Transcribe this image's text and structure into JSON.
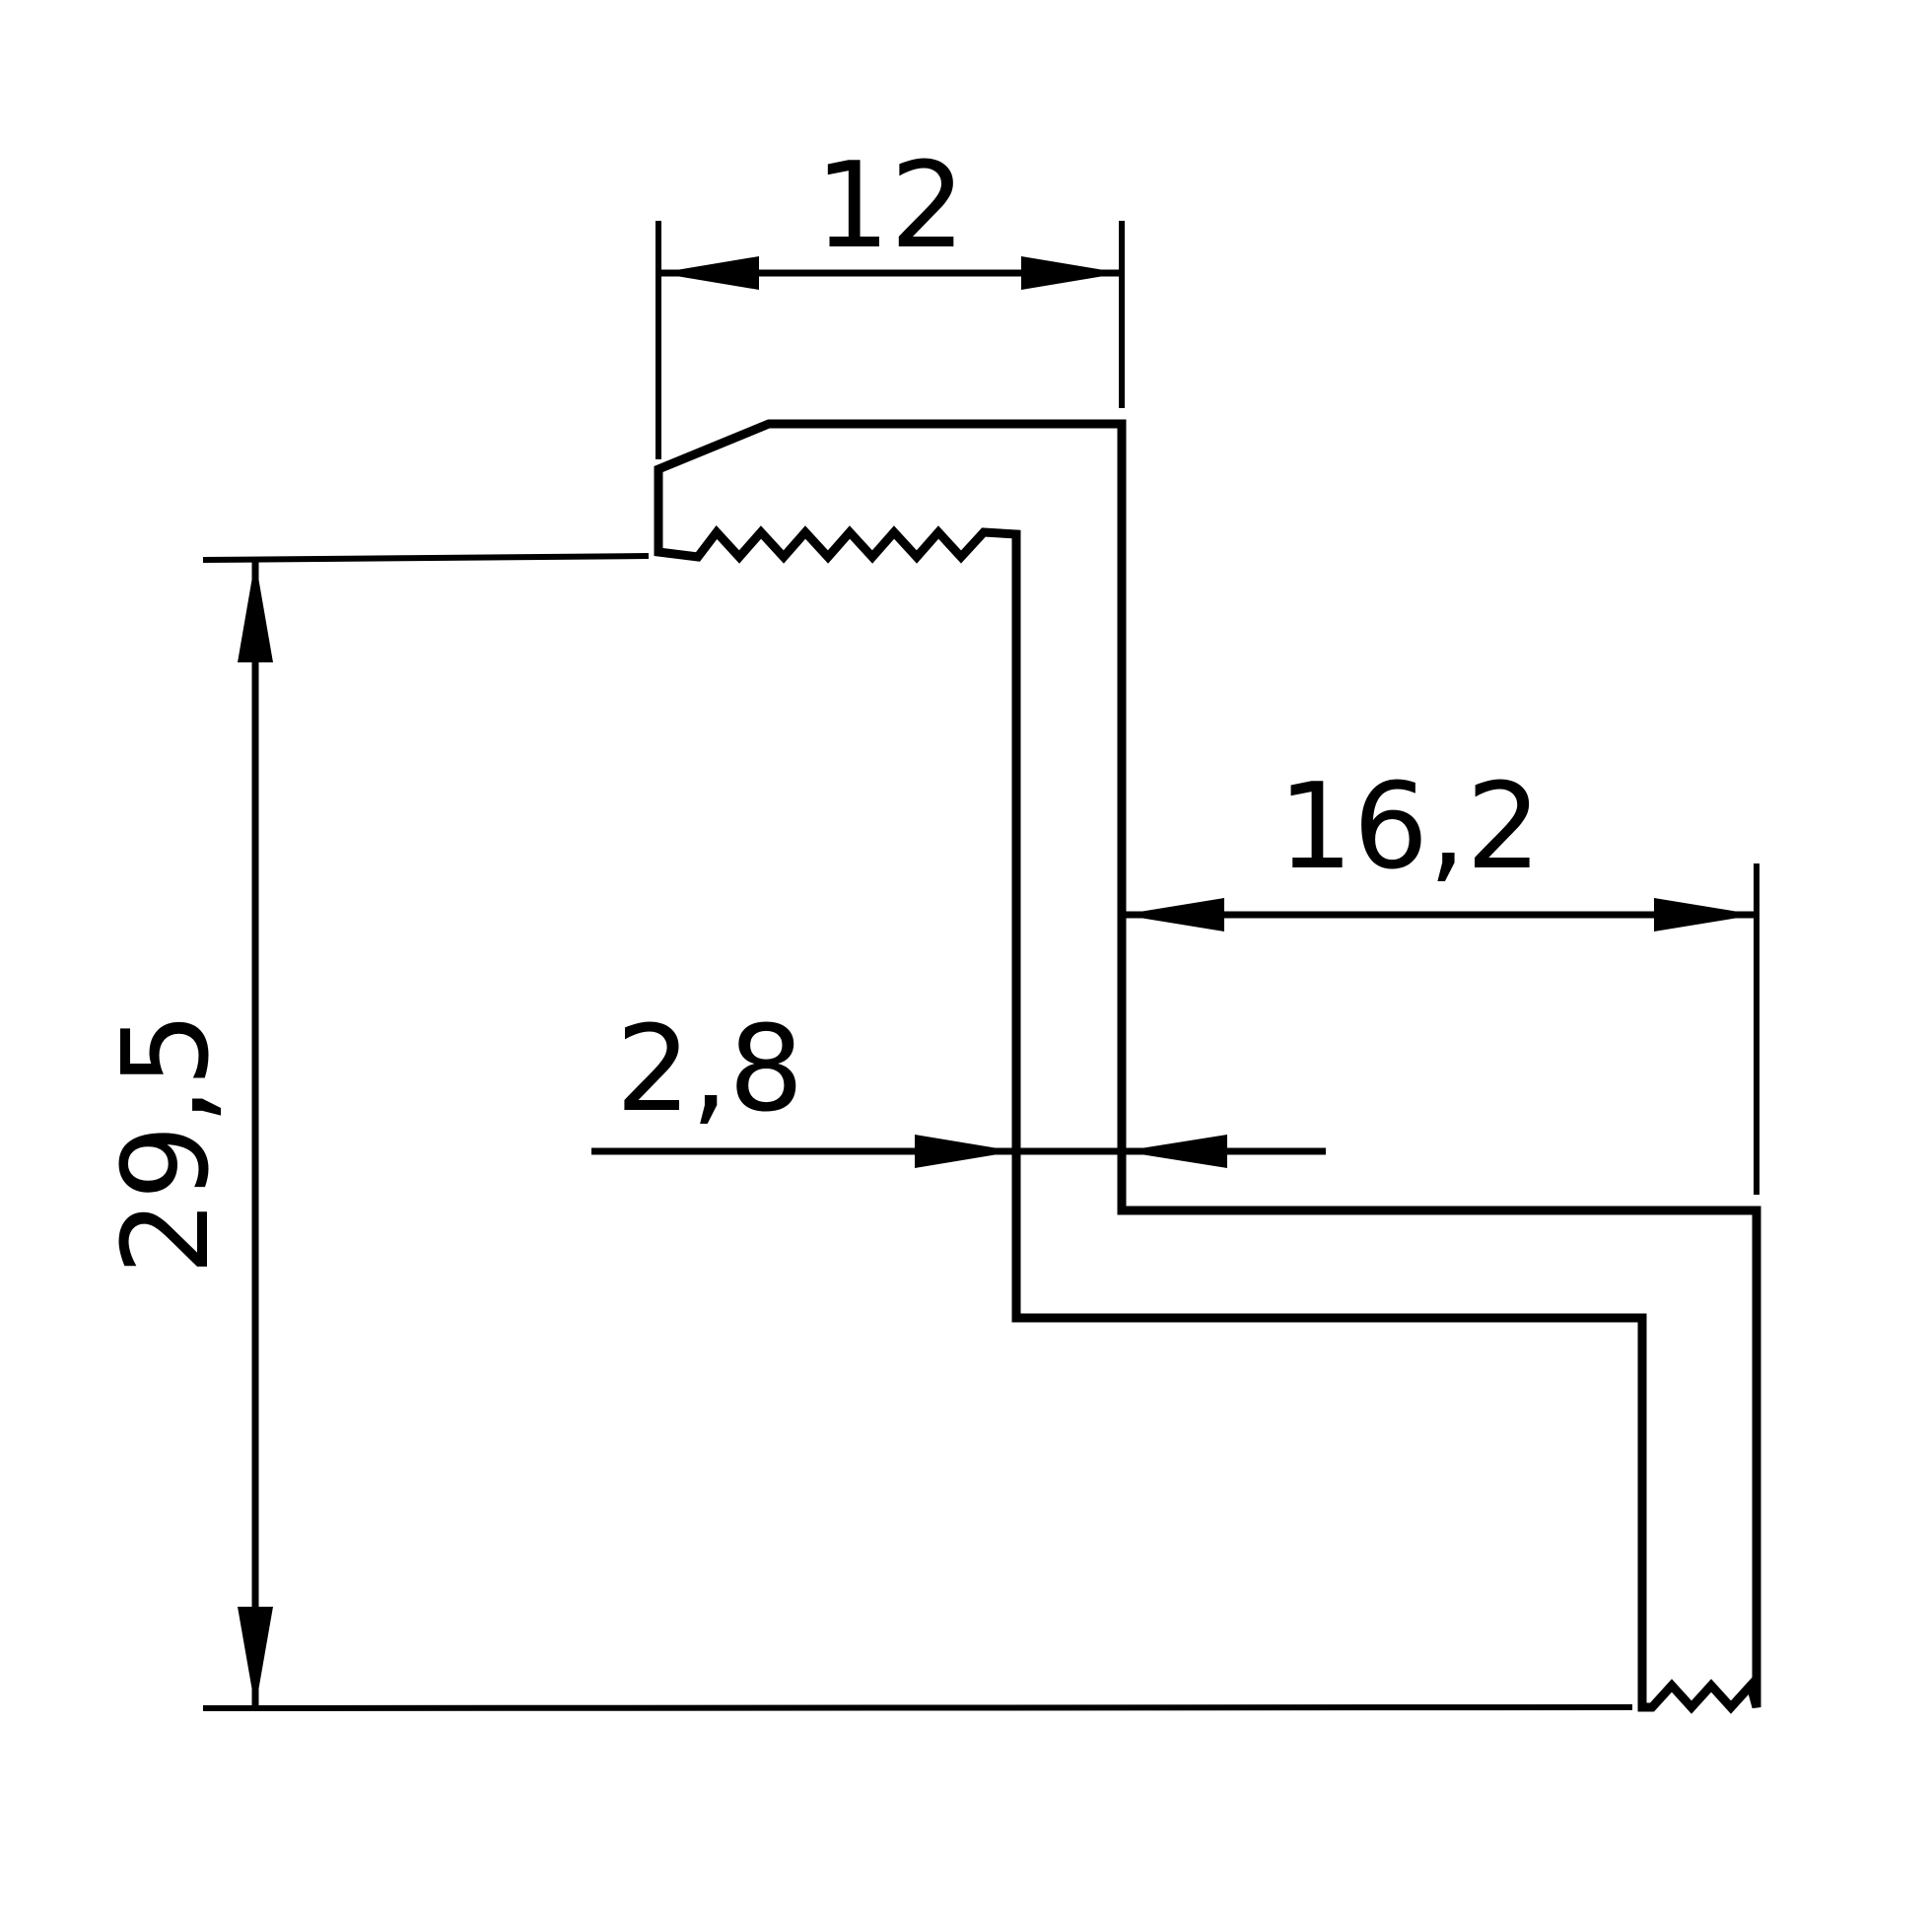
{
  "dimensions": {
    "top_width": "12",
    "right_width": "16,2",
    "wall_thickness": "2,8",
    "total_height": "29,5"
  }
}
